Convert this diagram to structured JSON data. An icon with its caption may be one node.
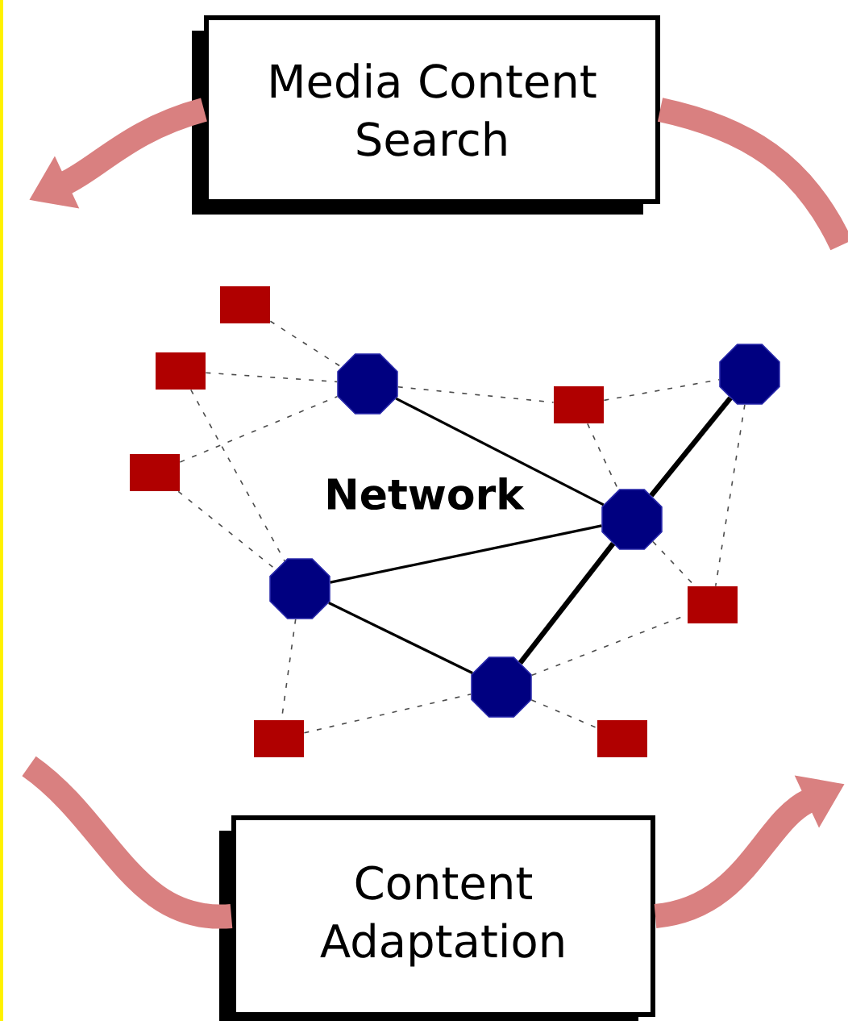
{
  "diagram": {
    "nodes": [
      {
        "text": [
          "Media Content Search"
        ]
      },
      {
        "text": [
          "Content Adaptation"
        ]
      },
      {
        "text": [],
        "shape": "octagon"
      },
      {
        "text": [],
        "shape": "octagon"
      },
      {
        "text": [],
        "shape": "octagon"
      },
      {
        "text": [],
        "shape": "octagon"
      },
      {
        "text": [],
        "shape": "octagon"
      },
      {
        "text": [],
        "shape": "box"
      },
      {
        "text": [],
        "shape": "box"
      },
      {
        "text": [],
        "shape": "box"
      },
      {
        "text": [],
        "shape": "box"
      },
      {
        "text": [],
        "shape": "box"
      },
      {
        "text": [],
        "shape": "box"
      },
      {
        "text": [],
        "shape": "box"
      }
    ],
    "edges": [
      {
        "from": 0,
        "to": null,
        "arrow": "to",
        "style": "thick",
        "color": "#d98080"
      },
      {
        "from": 0,
        "to": null,
        "arrow": "none",
        "style": "thick",
        "color": "#d98080"
      },
      {
        "from": null,
        "to": 1,
        "arrow": "none",
        "style": "thick",
        "color": "#d98080"
      },
      {
        "from": 1,
        "to": null,
        "arrow": "to",
        "style": "thick",
        "color": "#d98080"
      },
      {
        "from": 2,
        "to": 4,
        "arrow": "none"
      },
      {
        "from": 5,
        "to": 4,
        "arrow": "none"
      },
      {
        "from": 5,
        "to": 6,
        "arrow": "none"
      },
      {
        "from": 6,
        "to": 4,
        "arrow": "none",
        "style": "thick"
      },
      {
        "from": 4,
        "to": 3,
        "arrow": "none",
        "style": "thick"
      },
      {
        "from": 7,
        "to": 2,
        "arrow": "none",
        "style": "dashed"
      },
      {
        "from": 8,
        "to": 2,
        "arrow": "none",
        "style": "dashed"
      },
      {
        "from": 9,
        "to": 2,
        "arrow": "none",
        "style": "dashed"
      },
      {
        "from": 8,
        "to": 5,
        "arrow": "none",
        "style": "dashed"
      },
      {
        "from": 9,
        "to": 5,
        "arrow": "none",
        "style": "dashed"
      },
      {
        "from": 2,
        "to": 10,
        "arrow": "none",
        "style": "dashed"
      },
      {
        "from": 10,
        "to": 3,
        "arrow": "none",
        "style": "dashed"
      },
      {
        "from": 10,
        "to": 4,
        "arrow": "none",
        "style": "dashed"
      },
      {
        "from": 3,
        "to": 11,
        "arrow": "none",
        "style": "dashed"
      },
      {
        "from": 4,
        "to": 11,
        "arrow": "none",
        "style": "dashed"
      },
      {
        "from": 6,
        "to": 11,
        "arrow": "none",
        "style": "dashed"
      },
      {
        "from": 6,
        "to": 13,
        "arrow": "none",
        "style": "dashed"
      },
      {
        "from": 5,
        "to": 12,
        "arrow": "none",
        "style": "dashed"
      },
      {
        "from": 12,
        "to": 6,
        "arrow": "none",
        "style": "dashed"
      }
    ],
    "labels": [
      "Network"
    ]
  }
}
